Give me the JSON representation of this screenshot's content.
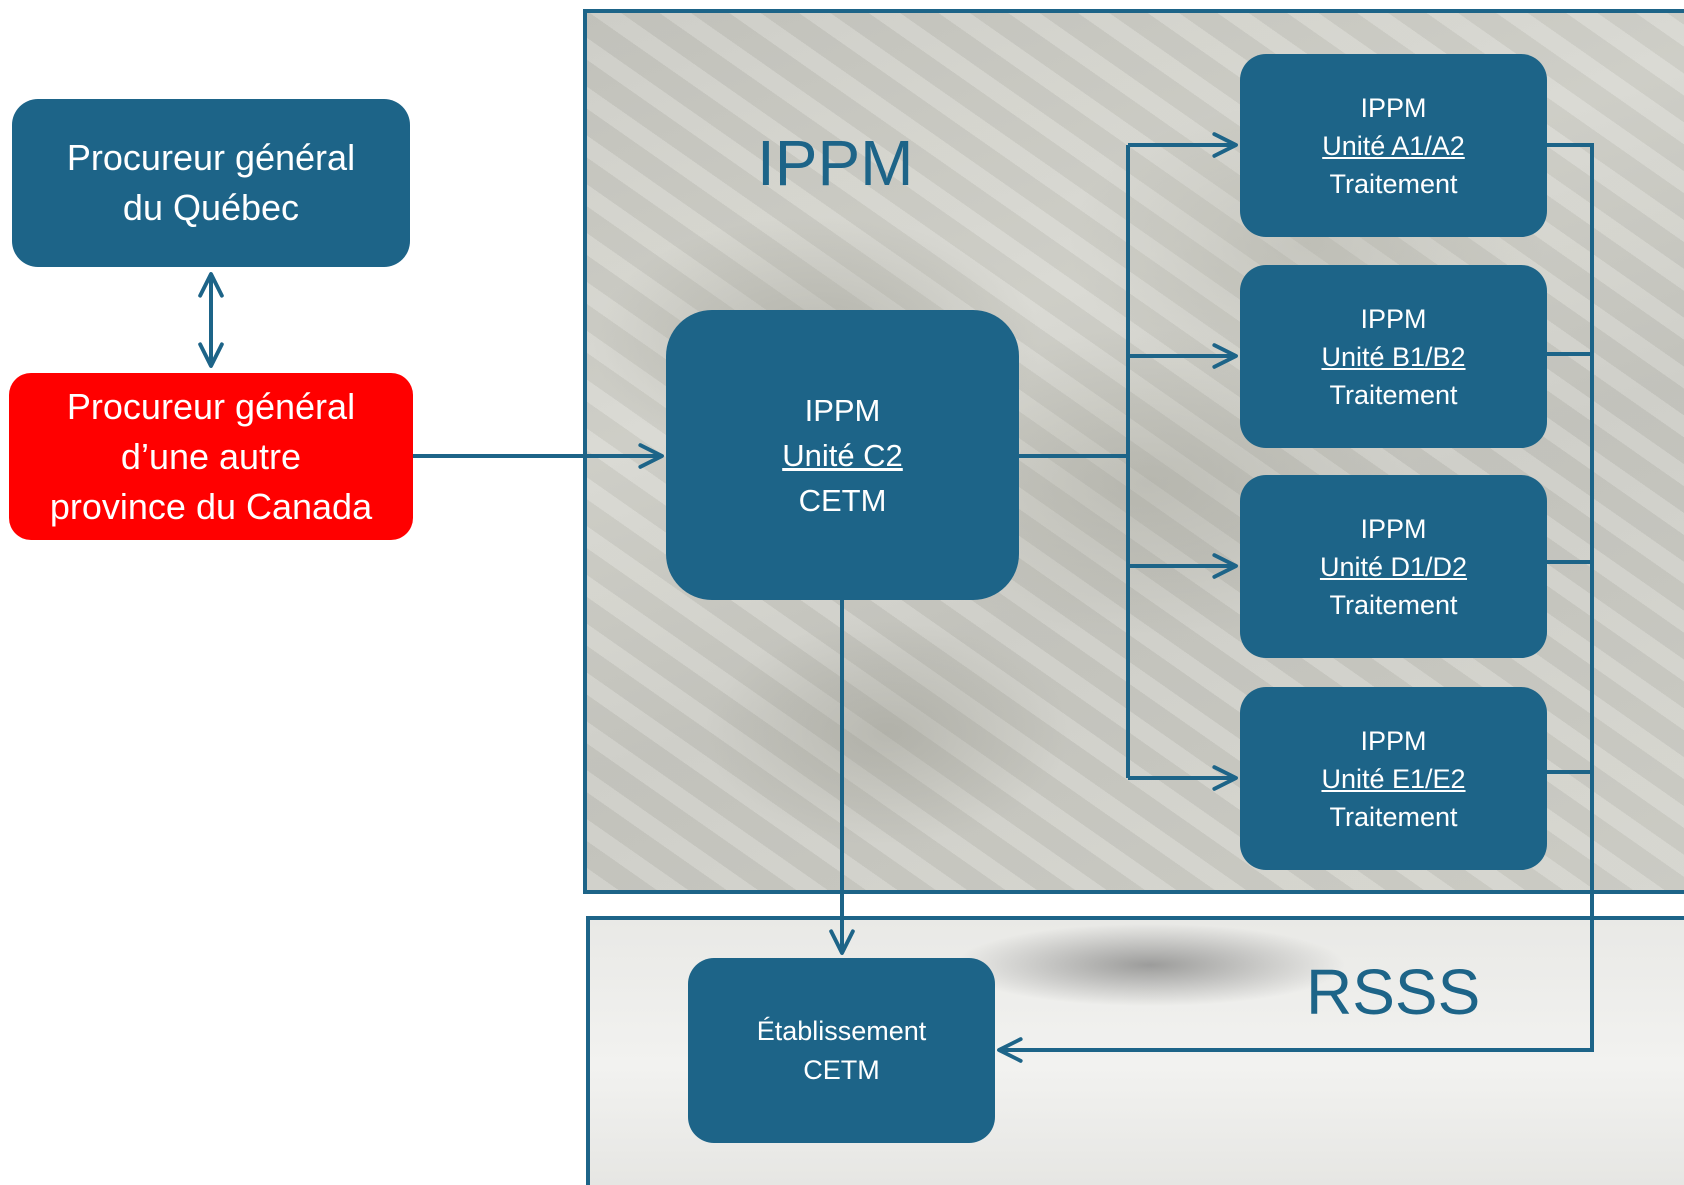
{
  "colors": {
    "box": "#1d6488",
    "highlight_box": "#ff0000",
    "connector": "#1d6488",
    "region_border": "#1d6488"
  },
  "regions": {
    "ippm": {
      "title": "IPPM"
    },
    "rsss": {
      "title": "RSSS"
    }
  },
  "nodes": {
    "pg_quebec": {
      "line1": "Procureur général",
      "line2": "du Québec"
    },
    "pg_autre": {
      "line1": "Procureur général",
      "line2": "d’une autre",
      "line3": "province du Canada"
    },
    "unit_c2": {
      "line1": "IPPM",
      "line2": "Unité C2",
      "line3": "CETM"
    },
    "unit_a": {
      "line1": "IPPM",
      "line2": "Unité A1/A2",
      "line3": "Traitement"
    },
    "unit_b": {
      "line1": "IPPM",
      "line2": "Unité B1/B2",
      "line3": "Traitement"
    },
    "unit_d": {
      "line1": "IPPM",
      "line2": "Unité D1/D2",
      "line3": "Traitement"
    },
    "unit_e": {
      "line1": "IPPM",
      "line2": "Unité E1/E2",
      "line3": "Traitement"
    },
    "etablissement": {
      "line1": "Établissement",
      "line2": "CETM"
    }
  },
  "edges": [
    {
      "from": "pg_quebec",
      "to": "pg_autre",
      "bidirectional": true
    },
    {
      "from": "pg_autre",
      "to": "unit_c2"
    },
    {
      "from": "unit_c2",
      "to": "unit_a"
    },
    {
      "from": "unit_c2",
      "to": "unit_b"
    },
    {
      "from": "unit_c2",
      "to": "unit_d"
    },
    {
      "from": "unit_c2",
      "to": "unit_e"
    },
    {
      "from": "unit_c2",
      "to": "etablissement"
    },
    {
      "from": "unit_a",
      "to": "etablissement"
    },
    {
      "from": "unit_b",
      "to": "etablissement"
    },
    {
      "from": "unit_d",
      "to": "etablissement"
    },
    {
      "from": "unit_e",
      "to": "etablissement"
    }
  ]
}
